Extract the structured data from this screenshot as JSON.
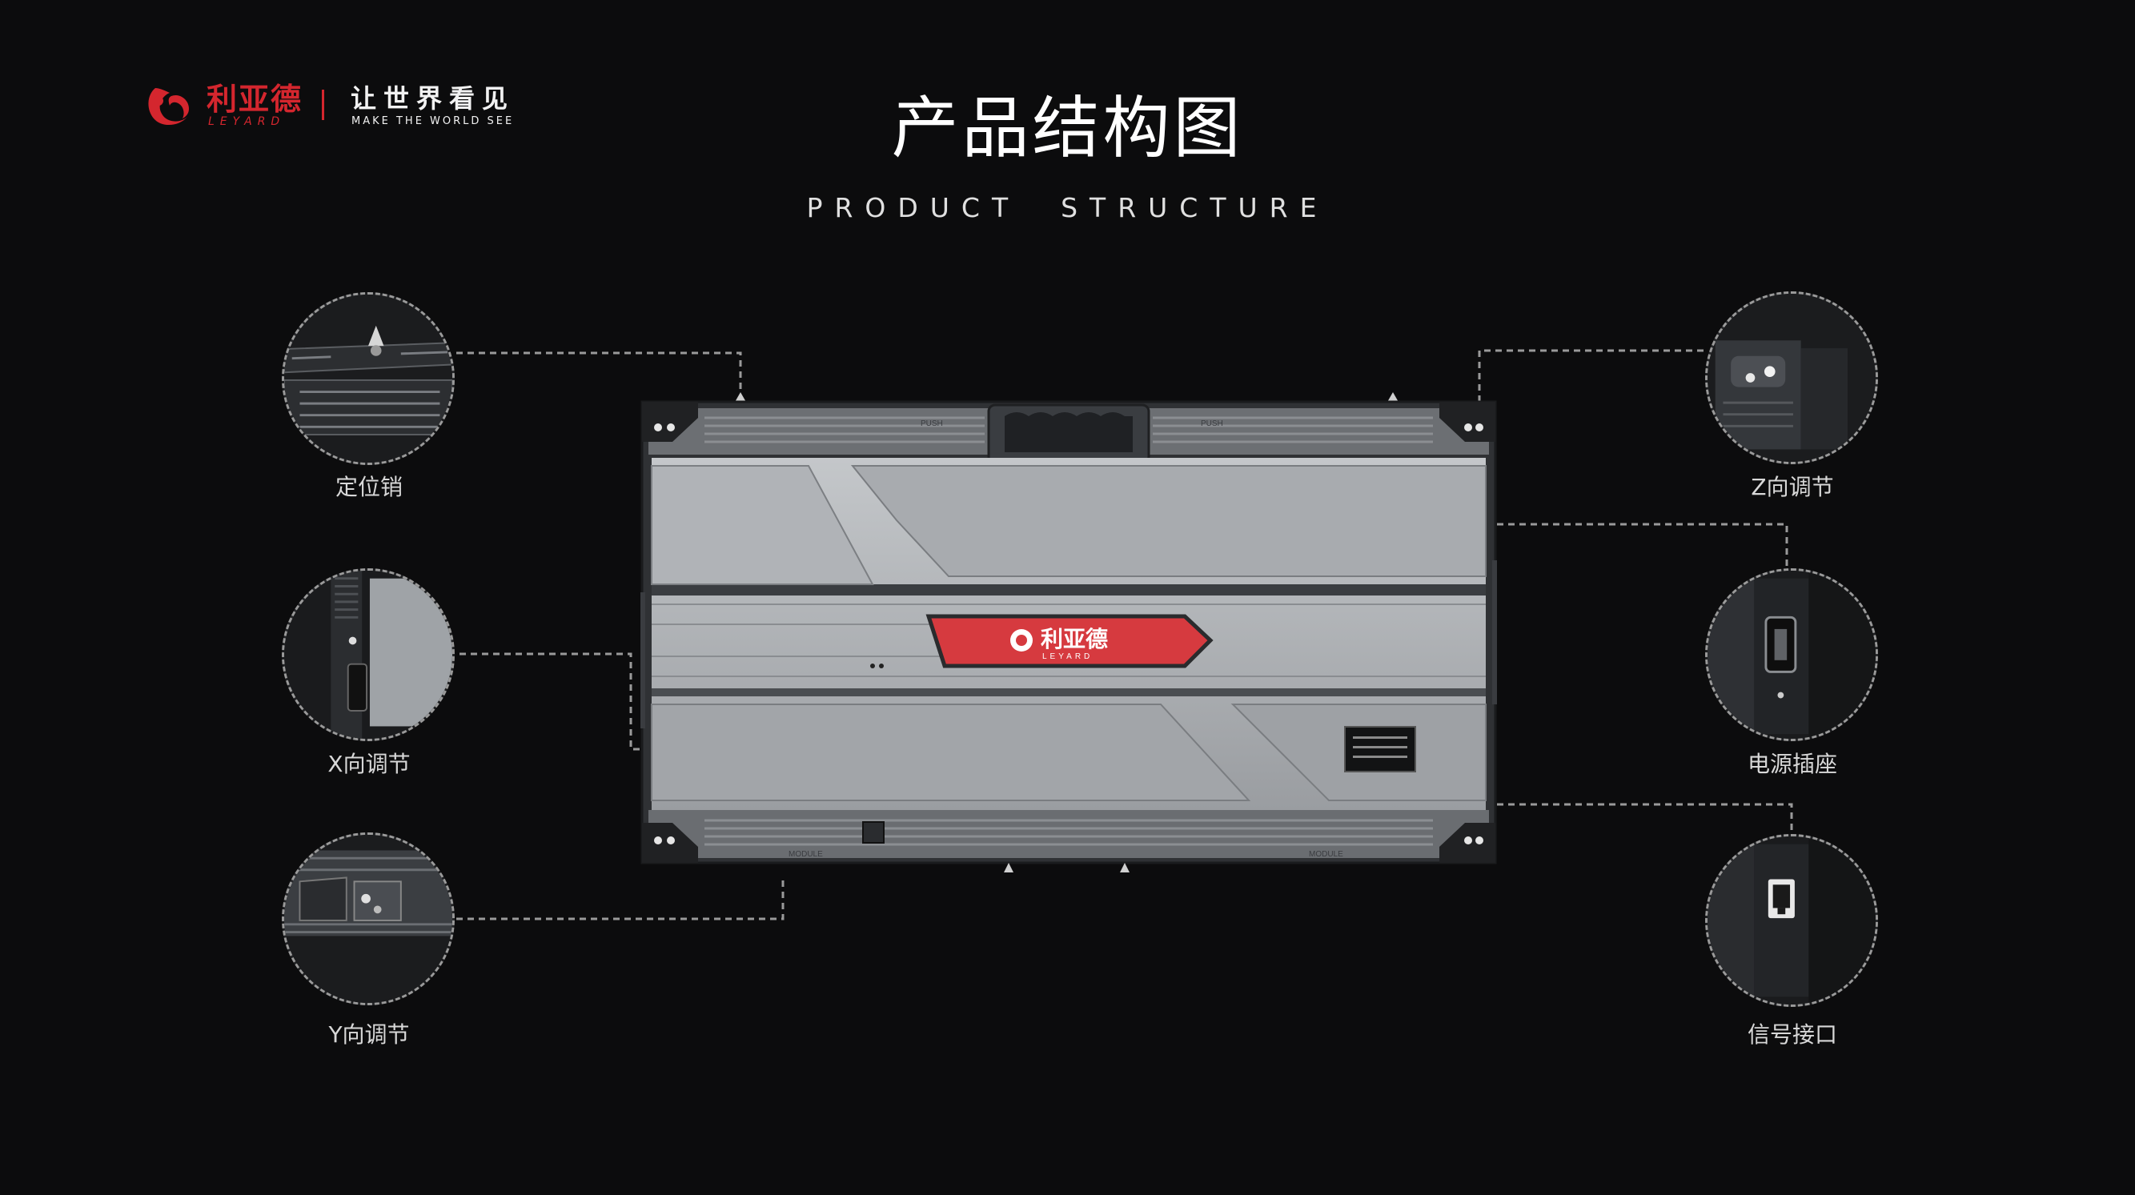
{
  "header": {
    "brand_cn": "利亚德",
    "brand_en": "LEYARD",
    "slogan_cn": "让世界看见",
    "slogan_en": "MAKE THE WORLD SEE"
  },
  "page": {
    "title": "产品结构图",
    "subtitle": "PRODUCT  STRUCTURE"
  },
  "panel": {
    "badge_cn": "利亚德",
    "badge_en": "LEYARD",
    "push_label": "PUSH",
    "module_label": "MODULE"
  },
  "callouts": {
    "left": [
      {
        "label": "定位销",
        "icon": "locating-pin-detail"
      },
      {
        "label": "X向调节",
        "icon": "x-adjust-detail"
      },
      {
        "label": "Y向调节",
        "icon": "y-adjust-detail"
      }
    ],
    "right": [
      {
        "label": "Z向调节",
        "icon": "z-adjust-detail"
      },
      {
        "label": "电源插座",
        "icon": "power-socket-detail"
      },
      {
        "label": "信号接口",
        "icon": "signal-port-detail"
      }
    ]
  },
  "colors": {
    "background": "#0c0c0d",
    "brand_red": "#d4262e",
    "panel_gray": "#a9acaf",
    "dashed_line": "#9a9a9a"
  }
}
